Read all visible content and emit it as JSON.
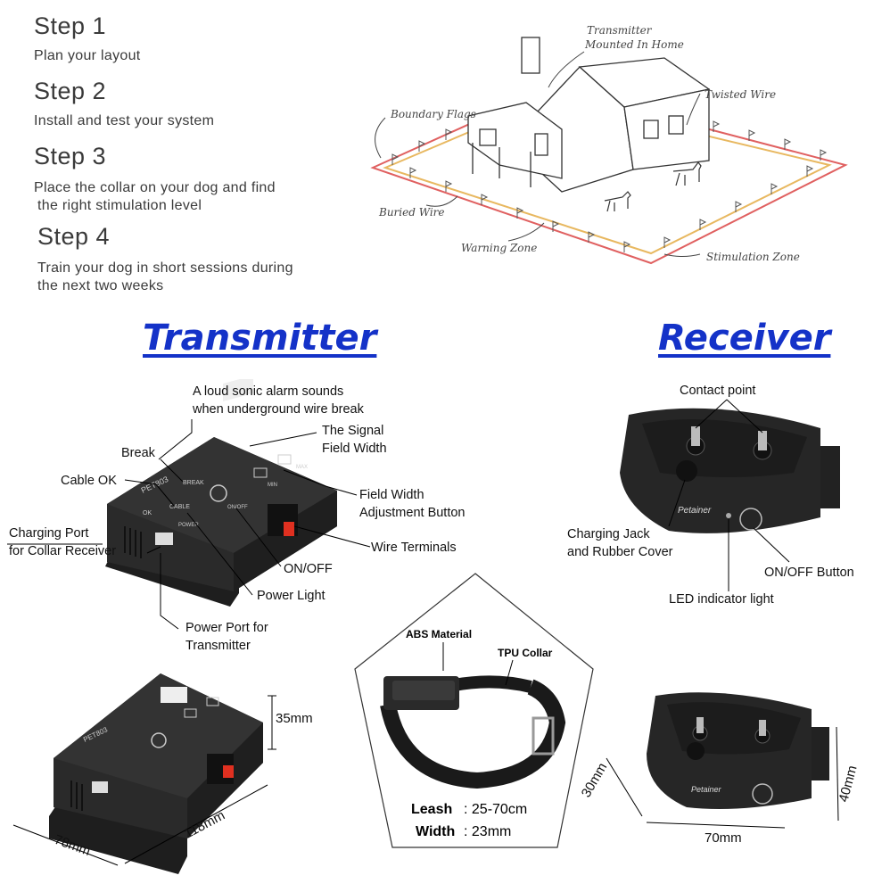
{
  "steps": [
    {
      "title": "Step 1",
      "desc": "Plan your layout"
    },
    {
      "title": "Step 2",
      "desc": "Install and test your system"
    },
    {
      "title": "Step 3",
      "desc": "Place the collar on your dog and find",
      "desc2": "the right stimulation level"
    },
    {
      "title": "Step 4",
      "desc": "Train your dog in short sessions during",
      "desc2": "the next two weeks"
    }
  ],
  "diagram": {
    "transmitter_l1": "Transmitter",
    "transmitter_l2": "Mounted In Home",
    "twisted_wire": "Twisted Wire",
    "boundary_flags": "Boundary Flags",
    "buried_wire": "Buried Wire",
    "warning_zone": "Warning Zone",
    "stimulation_zone": "Stimulation Zone"
  },
  "headings": {
    "transmitter": "Transmitter",
    "receiver": "Receiver"
  },
  "transmitter_labels": {
    "alarm_l1": "A loud sonic alarm sounds",
    "alarm_l2": "when underground wire break",
    "break": "Break",
    "signal_l1": "The Signal",
    "signal_l2": "Field Width",
    "cable_ok": "Cable OK",
    "adj_l1": "Field Width",
    "adj_l2": "Adjustment Button",
    "charging_l1": "Charging Port",
    "charging_l2": "for Collar Receiver",
    "wire_terminals": "Wire Terminals",
    "onoff": "ON/OFF",
    "power_light": "Power Light",
    "power_port_l1": "Power Port for",
    "power_port_l2": "Transmitter"
  },
  "device_print": {
    "model": "PET803",
    "ok": "OK",
    "cable": "CABLE",
    "break": "BREAK",
    "power": "POWER",
    "onoff": "ON/OFF",
    "min": "MIN",
    "max": "MAX",
    "brand": "Petainer"
  },
  "receiver_labels": {
    "contact": "Contact point",
    "jack_l1": "Charging Jack",
    "jack_l2": "and Rubber Cover",
    "onoff_btn": "ON/OFF Button",
    "led": "LED indicator light"
  },
  "collar": {
    "abs": "ABS Material",
    "tpu": "TPU Collar",
    "leash_key": "Leash",
    "leash_val": ": 25-70cm",
    "width_key": "Width",
    "width_val": ": 23mm"
  },
  "dims": {
    "t_height": "35mm",
    "t_length": "118mm",
    "t_width": "78mm",
    "r_height": "30mm",
    "r_length": "70mm",
    "r_width": "40mm"
  },
  "colors": {
    "heading": "#1432c8",
    "device": "#262626",
    "red": "#e03020",
    "stim_wire": "#e05050",
    "warn_wire": "#e8b860"
  }
}
